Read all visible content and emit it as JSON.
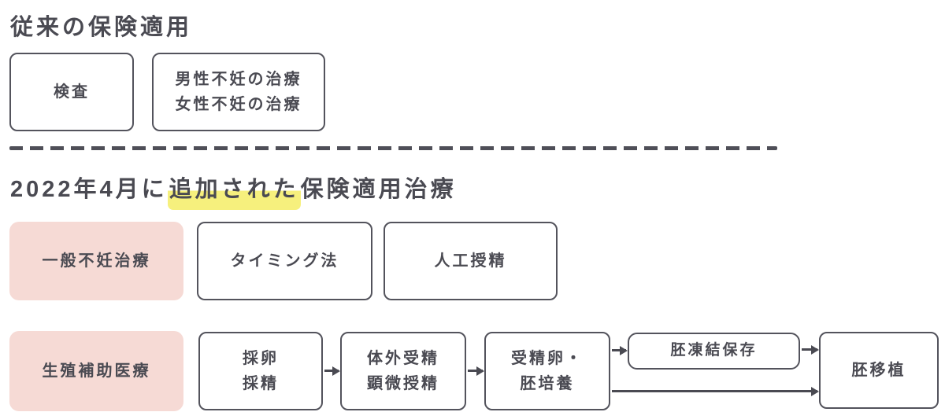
{
  "colors": {
    "text": "#4a4a52",
    "border": "#53535c",
    "pink_category": "#f6dad5",
    "yellow_highlight": "#f6f07d",
    "background": "#ffffff"
  },
  "conventional": {
    "title": "従来の保険適用",
    "exam_box": "検査",
    "treatment_box": {
      "lines": [
        "男性不妊の治療",
        "女性不妊の治療"
      ]
    }
  },
  "added": {
    "title_pre": "2022年4月に",
    "title_highlight": "追加された",
    "title_post": "保険適用治療"
  },
  "general_row": {
    "category": "一般不妊治療",
    "steps": [
      "タイミング法",
      "人工授精"
    ]
  },
  "art_row": {
    "category": "生殖補助医療",
    "steps": [
      {
        "lines": [
          "採卵",
          "採精"
        ]
      },
      {
        "lines": [
          "体外受精",
          "顕微授精"
        ]
      },
      {
        "lines": [
          "受精卵・",
          "胚培養"
        ]
      },
      {
        "lines": [
          "胚凍結保存"
        ]
      },
      {
        "lines": [
          "胚移植"
        ]
      }
    ]
  }
}
